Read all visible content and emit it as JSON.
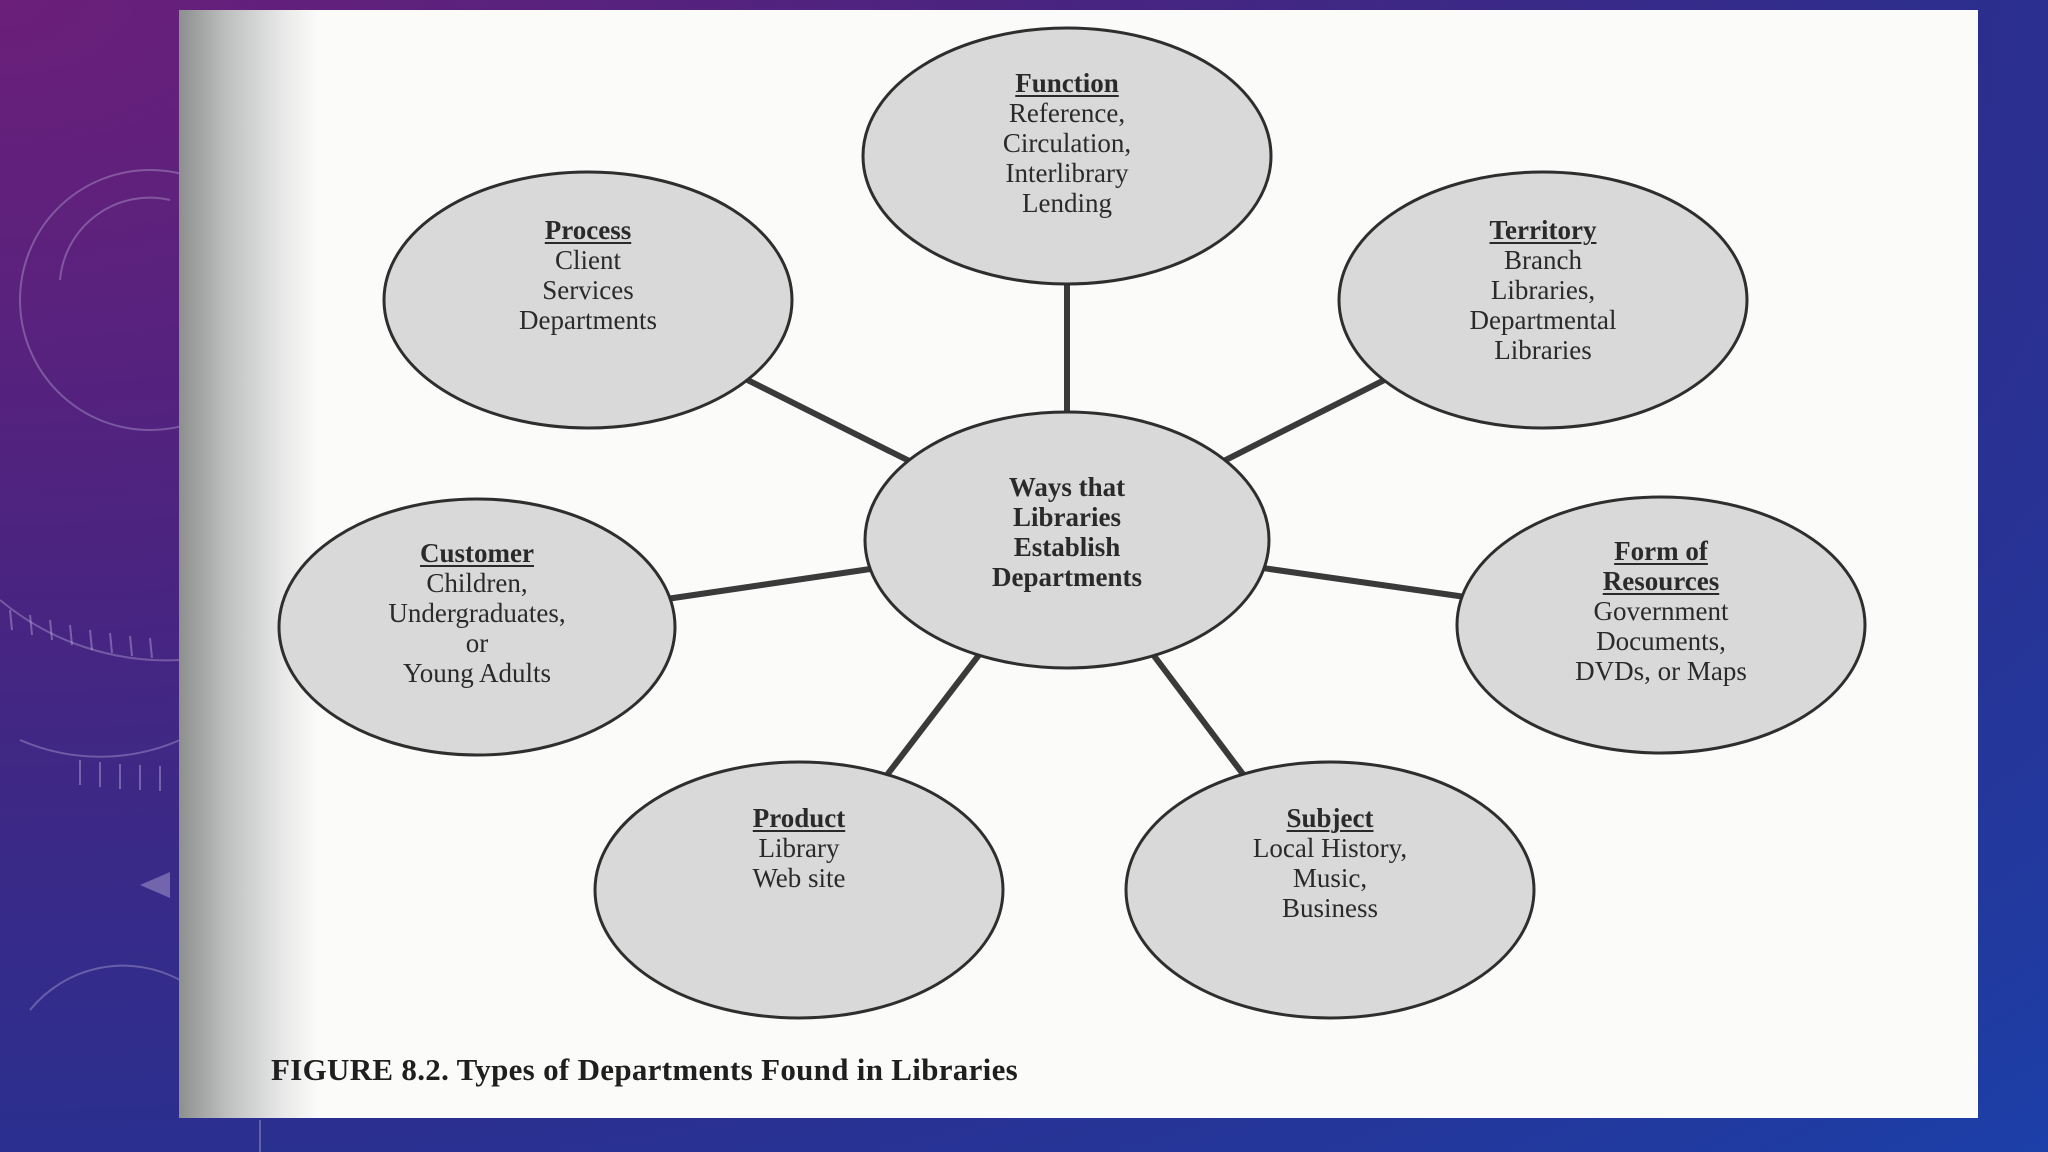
{
  "diagram": {
    "center": {
      "lines": [
        "Ways that",
        "Libraries",
        "Establish",
        "Departments"
      ]
    },
    "nodes": [
      {
        "id": "function",
        "title": "Function",
        "lines": [
          "Reference,",
          "Circulation,",
          "Interlibrary",
          "Lending"
        ]
      },
      {
        "id": "territory",
        "title": "Territory",
        "lines": [
          "Branch",
          "Libraries,",
          "Departmental",
          "Libraries"
        ]
      },
      {
        "id": "form-of-resources",
        "title": "Form of Resources",
        "title_lines": [
          "Form of",
          "Resources"
        ],
        "lines": [
          "Government",
          "Documents,",
          "DVDs, or Maps"
        ]
      },
      {
        "id": "subject",
        "title": "Subject",
        "lines": [
          "Local History,",
          "Music,",
          "Business"
        ]
      },
      {
        "id": "product",
        "title": "Product",
        "lines": [
          "Library",
          "Web site"
        ]
      },
      {
        "id": "customer",
        "title": "Customer",
        "lines": [
          "Children,",
          "Undergraduates,",
          "or",
          "Young Adults"
        ]
      },
      {
        "id": "process",
        "title": "Process",
        "lines": [
          "Client",
          "Services",
          "Departments"
        ]
      }
    ],
    "caption": "FIGURE 8.2. Types of Departments Found in Libraries"
  },
  "colors": {
    "circle_fill": "#d9d9d9",
    "circle_stroke": "#2e2e2e",
    "connector": "#3a3a3a",
    "paper": "#fbfbfa"
  }
}
